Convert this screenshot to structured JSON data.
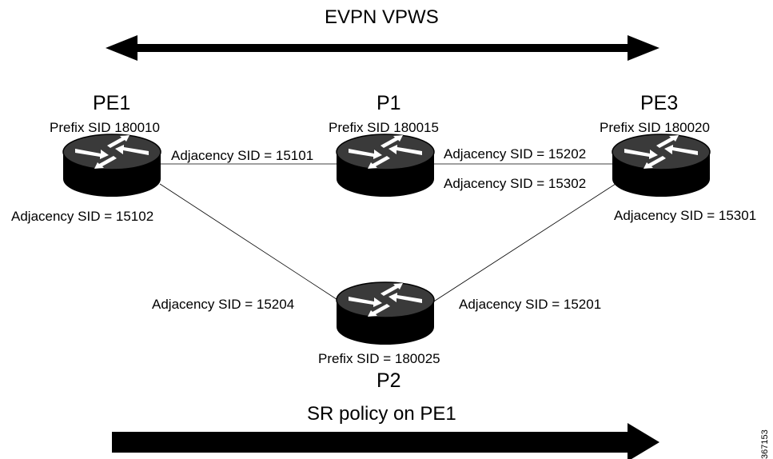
{
  "top_arrow_label": "EVPN VPWS",
  "bottom_arrow_label": "SR policy on PE1",
  "figure_number": "367153",
  "nodes": {
    "pe1": {
      "name": "PE1",
      "prefix_sid": "Prefix SID 180010"
    },
    "p1": {
      "name": "P1",
      "prefix_sid": "Prefix SID 180015"
    },
    "pe3": {
      "name": "PE3",
      "prefix_sid": "Prefix SID 180020"
    },
    "p2": {
      "name": "P2",
      "prefix_sid": "Prefix SID = 180025"
    }
  },
  "adjacency_labels": {
    "pe1_to_p1": "Adjacency SID = 15101",
    "pe1_to_p2": "Adjacency SID = 15102",
    "p1_to_pe3": "Adjacency SID = 15202",
    "pe3_to_p1": "Adjacency SID = 15302",
    "pe3_to_p2": "Adjacency SID = 15301",
    "p2_to_pe1": "Adjacency SID = 15204",
    "p2_to_pe3": "Adjacency SID = 15201"
  }
}
